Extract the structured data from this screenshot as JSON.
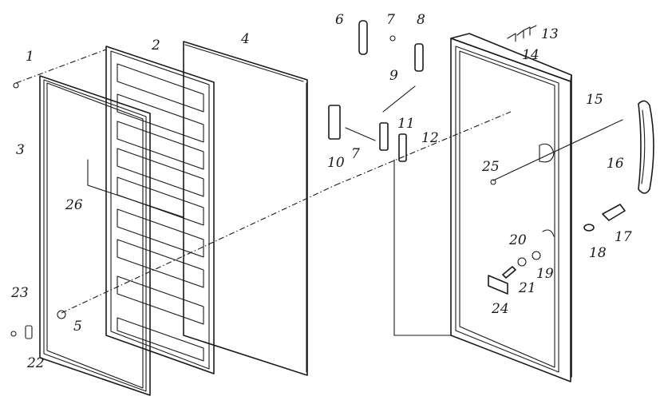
{
  "diagram": {
    "parts": [
      {
        "id": "1",
        "name": "part-1"
      },
      {
        "id": "2",
        "name": "part-2"
      },
      {
        "id": "3",
        "name": "part-3"
      },
      {
        "id": "4",
        "name": "part-4"
      },
      {
        "id": "5",
        "name": "part-5"
      },
      {
        "id": "6",
        "name": "part-6"
      },
      {
        "id": "7",
        "name": "part-7-top"
      },
      {
        "id": "7",
        "name": "part-7-mid"
      },
      {
        "id": "8",
        "name": "part-8"
      },
      {
        "id": "9",
        "name": "part-9"
      },
      {
        "id": "10",
        "name": "part-10"
      },
      {
        "id": "11",
        "name": "part-11"
      },
      {
        "id": "12",
        "name": "part-12"
      },
      {
        "id": "13",
        "name": "part-13"
      },
      {
        "id": "14",
        "name": "part-14"
      },
      {
        "id": "15",
        "name": "part-15"
      },
      {
        "id": "16",
        "name": "part-16"
      },
      {
        "id": "17",
        "name": "part-17"
      },
      {
        "id": "18",
        "name": "part-18"
      },
      {
        "id": "19",
        "name": "part-19"
      },
      {
        "id": "20",
        "name": "part-20"
      },
      {
        "id": "21",
        "name": "part-21"
      },
      {
        "id": "22",
        "name": "part-22"
      },
      {
        "id": "23",
        "name": "part-23"
      },
      {
        "id": "24",
        "name": "part-24"
      },
      {
        "id": "25",
        "name": "part-25"
      },
      {
        "id": "26",
        "name": "part-26"
      }
    ]
  }
}
